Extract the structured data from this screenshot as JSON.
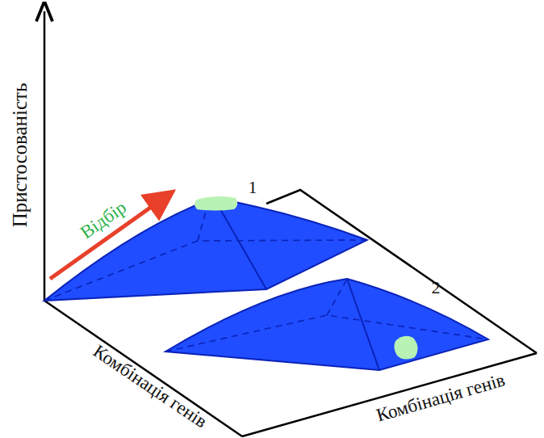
{
  "diagram": {
    "labels": [
      "Пристосованість",
      "Відбір",
      "1",
      "2",
      "Комбінація генів",
      "Комбінація генів"
    ]
  }
}
